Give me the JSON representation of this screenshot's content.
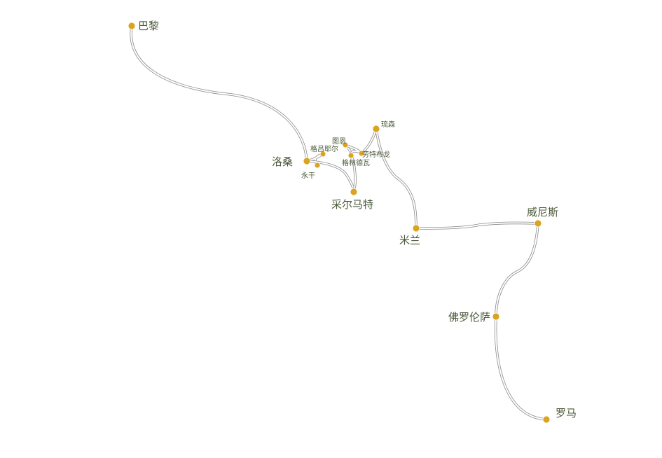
{
  "map": {
    "route_color": "#8a8a8a",
    "dot_color": "#d9a520",
    "label_color": "#4a5a3a",
    "cities": [
      {
        "id": "paris",
        "name": "巴黎",
        "size": "large"
      },
      {
        "id": "lausanne",
        "name": "洛桑",
        "size": "large"
      },
      {
        "id": "gruyeres",
        "name": "格吕耶尔",
        "size": "small"
      },
      {
        "id": "vevey",
        "name": "永干",
        "size": "small"
      },
      {
        "id": "zermatt",
        "name": "采尔马特",
        "size": "large"
      },
      {
        "id": "interlaken",
        "name": "图恩",
        "size": "small"
      },
      {
        "id": "grindelwald",
        "name": "格林德瓦",
        "size": "small"
      },
      {
        "id": "lauterbrunnen",
        "name": "劳特布龙",
        "size": "small"
      },
      {
        "id": "lucerne",
        "name": "琉森",
        "size": "small"
      },
      {
        "id": "milan",
        "name": "米兰",
        "size": "large"
      },
      {
        "id": "venice",
        "name": "威尼斯",
        "size": "large"
      },
      {
        "id": "florence",
        "name": "佛罗伦萨",
        "size": "large"
      },
      {
        "id": "rome",
        "name": "罗马",
        "size": "large"
      }
    ]
  }
}
